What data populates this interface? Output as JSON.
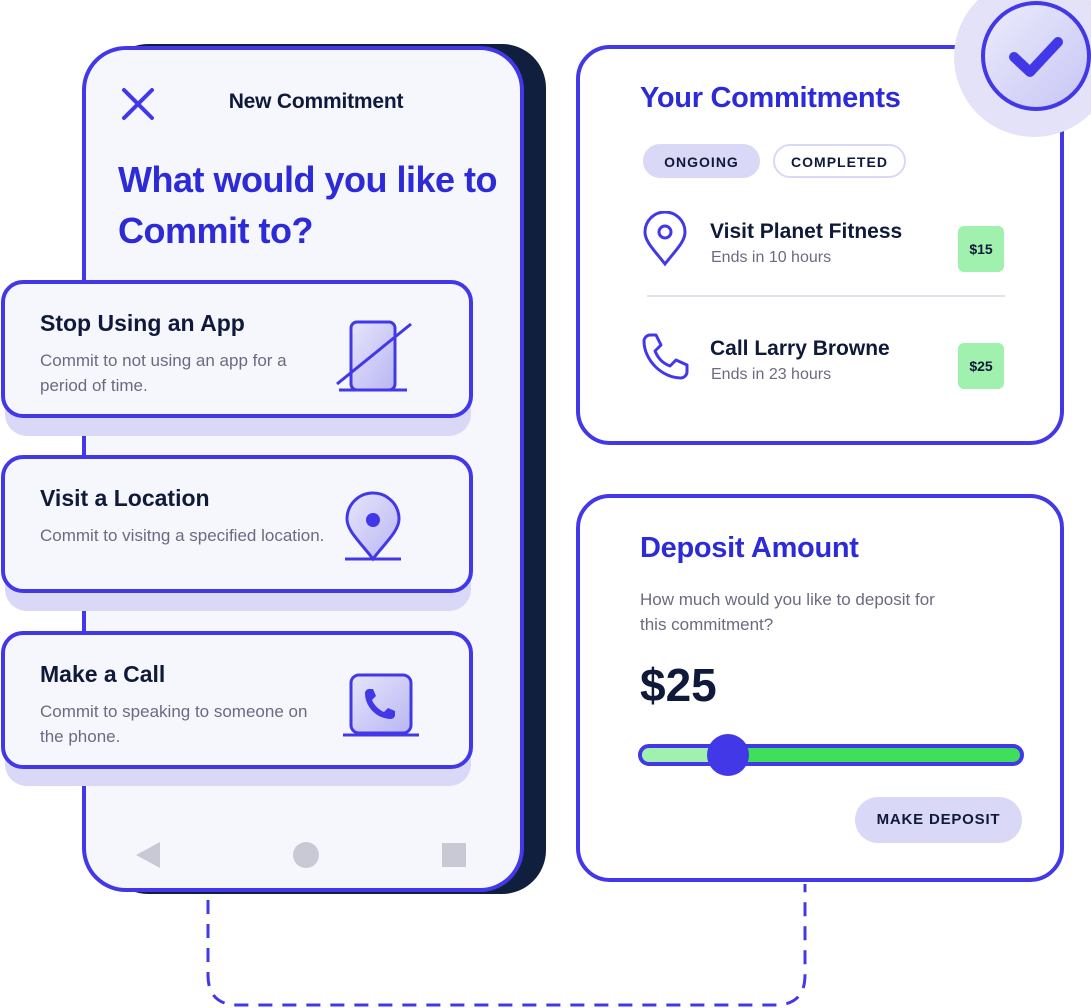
{
  "new_commitment": {
    "header_title": "New Commitment",
    "heading": "What would you like to Commit to?",
    "close_icon": "close-icon",
    "options": [
      {
        "title": "Stop Using an App",
        "description": "Commit to not using an app for a period of time.",
        "icon": "app-blocked-icon"
      },
      {
        "title": "Visit a Location",
        "description": "Commit to visitng a specified location.",
        "icon": "location-pin-icon"
      },
      {
        "title": "Make a Call",
        "description": "Commit to speaking to someone on the phone.",
        "icon": "phone-icon"
      }
    ],
    "nav": [
      "back-icon",
      "home-icon",
      "recents-icon"
    ]
  },
  "commitments": {
    "title": "Your Commitments",
    "tabs": [
      {
        "label": "ONGOING",
        "active": true
      },
      {
        "label": "COMPLETED",
        "active": false
      }
    ],
    "items": [
      {
        "title": "Visit Planet Fitness",
        "subtitle": "Ends in 10 hours",
        "amount": "$15",
        "icon": "location-pin-icon"
      },
      {
        "title": "Call Larry Browne",
        "subtitle": "Ends in 23 hours",
        "amount": "$25",
        "icon": "phone-icon"
      }
    ],
    "badge_icon": "checkmark-icon"
  },
  "deposit": {
    "title": "Deposit Amount",
    "description": "How much would you like to deposit for this commitment?",
    "amount": "$25",
    "slider_fraction": 0.17,
    "button_label": "MAKE DEPOSIT"
  },
  "colors": {
    "primary": "#4338e8",
    "heading": "#2d2bd8",
    "lavender": "#d9d8f6",
    "green": "#3ee05a",
    "light_green": "#a0f0ae",
    "dark": "#0f1a3a"
  }
}
